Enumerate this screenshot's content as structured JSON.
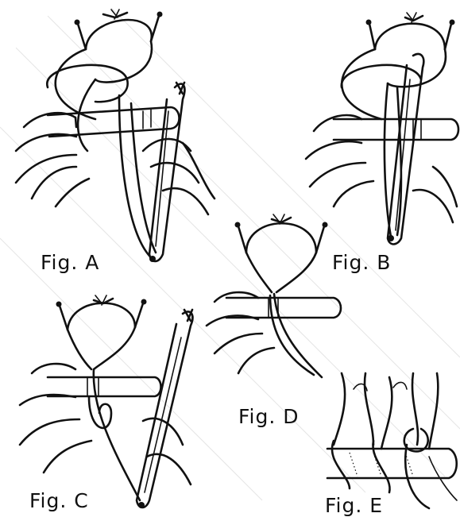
{
  "captions": {
    "fig_a": "Fig. A",
    "fig_b": "Fig. B",
    "fig_c": "Fig. C",
    "fig_d": "Fig. D",
    "fig_e": "Fig. E"
  },
  "colors": {
    "ink": "#111111",
    "paper": "#ffffff"
  }
}
